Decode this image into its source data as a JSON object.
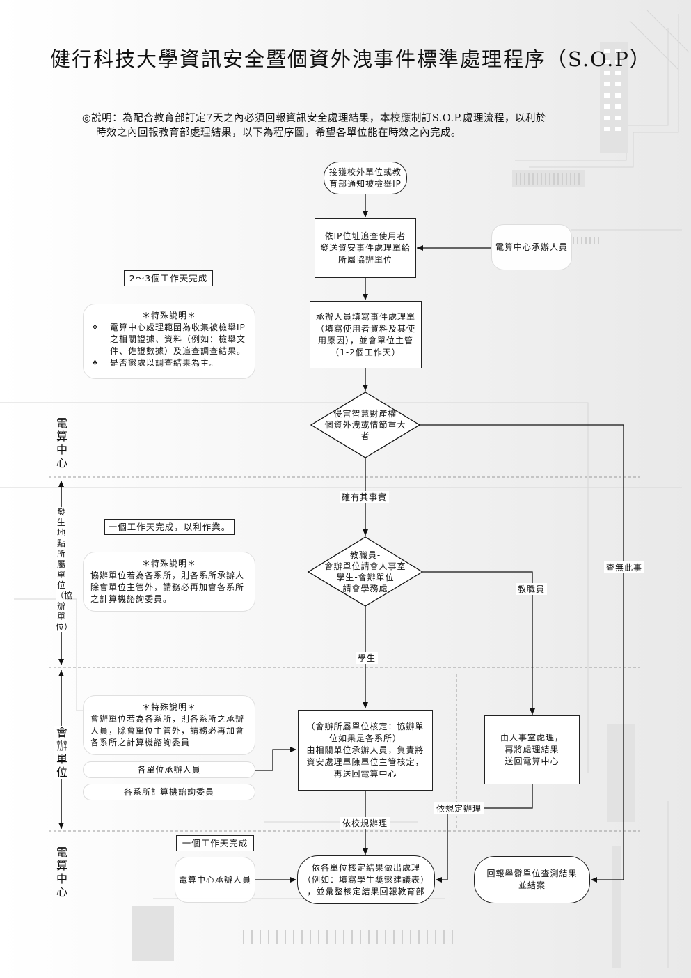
{
  "title": "健行科技大學資訊安全暨個資外洩事件標準處理程序（S.O.P）",
  "intro": {
    "line1": "◎說明：為配合教育部訂定7天之內必須回報資訊安全處理結果，本校應制訂S.O.P.處理流程，以利於",
    "line2": "時效之內回報教育部處理結果，以下為程序圖，希望各單位能在時效之內完成。"
  },
  "nodes": {
    "start": [
      "接獲校外單位或教",
      "育部通知被檢舉IP"
    ],
    "trace": [
      "依IP位址追查使用者",
      "發送資安事件處理單給",
      "所屬協辦單位"
    ],
    "center_handler_top": "電算中心承辦人員",
    "fill_form": [
      "承辦人員填寫事件處理單",
      "（填寫使用者資料及其使",
      "用原因），並會單位主管",
      "（1-2個工作天）"
    ],
    "decision1": [
      "侵害智慧財產權",
      "個資外洩或情節重大",
      "者"
    ],
    "decision2": [
      "教職員-",
      "會辦單位請會人事室",
      "學生-會辦單位",
      "請會學務處"
    ],
    "verify": [
      "（會辦所屬單位核定：協辦單",
      "位如果是各系所）",
      "由相關單位承辦人員，負責將",
      "資安處理單陳單位主管核定，",
      "再送回電算中心"
    ],
    "hr_handle": [
      "由人事室處理，",
      "再將處理結果",
      "送回電算中心"
    ],
    "final_process": [
      "依各單位核定結果做出處理",
      "（例如：填寫學生獎懲建議表）",
      "，並彙整核定結果回報教育部"
    ],
    "report_back": [
      "回報舉發單位查測結果",
      "並結案"
    ],
    "center_handler_bottom": "電算中心承辦人員",
    "unit_handler": "各單位承辦人員",
    "dept_committee": "各系所計算機諮詢委員"
  },
  "tags": {
    "days_2_3": "2～3個工作天完成",
    "one_day_mid": "一個工作天完成，以利作業。",
    "one_day_bottom": "一個工作天完成"
  },
  "notes": {
    "note1": {
      "title": "＊特殊說明＊",
      "bullets": [
        "電算中心處理範圍為收集被檢舉IP之相關證據、資料（例如：檢舉文件、佐證數據）及追查調查結果。",
        "是否懲處以調查結果為主。"
      ]
    },
    "note2": {
      "title": "＊特殊說明＊",
      "text": "協辦單位若為各系所，則各系所承辦人除會單位主管外，請務必再加會各系所之計算機諮詢委員。"
    },
    "note3": {
      "title": "＊特殊說明＊",
      "text": "會辦單位若為各系所，則各系所之承辦人員，除會單位主管外，請務必再加會各系所之計算機諮詢委員"
    }
  },
  "edge_labels": {
    "confirmed": "確有其事實",
    "not_found": "查無此事",
    "staff": "教職員",
    "student": "學生",
    "by_school_rules": "依校規辦理",
    "by_regulations": "依規定辦理"
  },
  "lanes": {
    "lane1": "電算中心",
    "lane2": "發生地點所屬單位（協辦單位）",
    "lane3": "會辦單位",
    "lane4": "電算中心"
  }
}
